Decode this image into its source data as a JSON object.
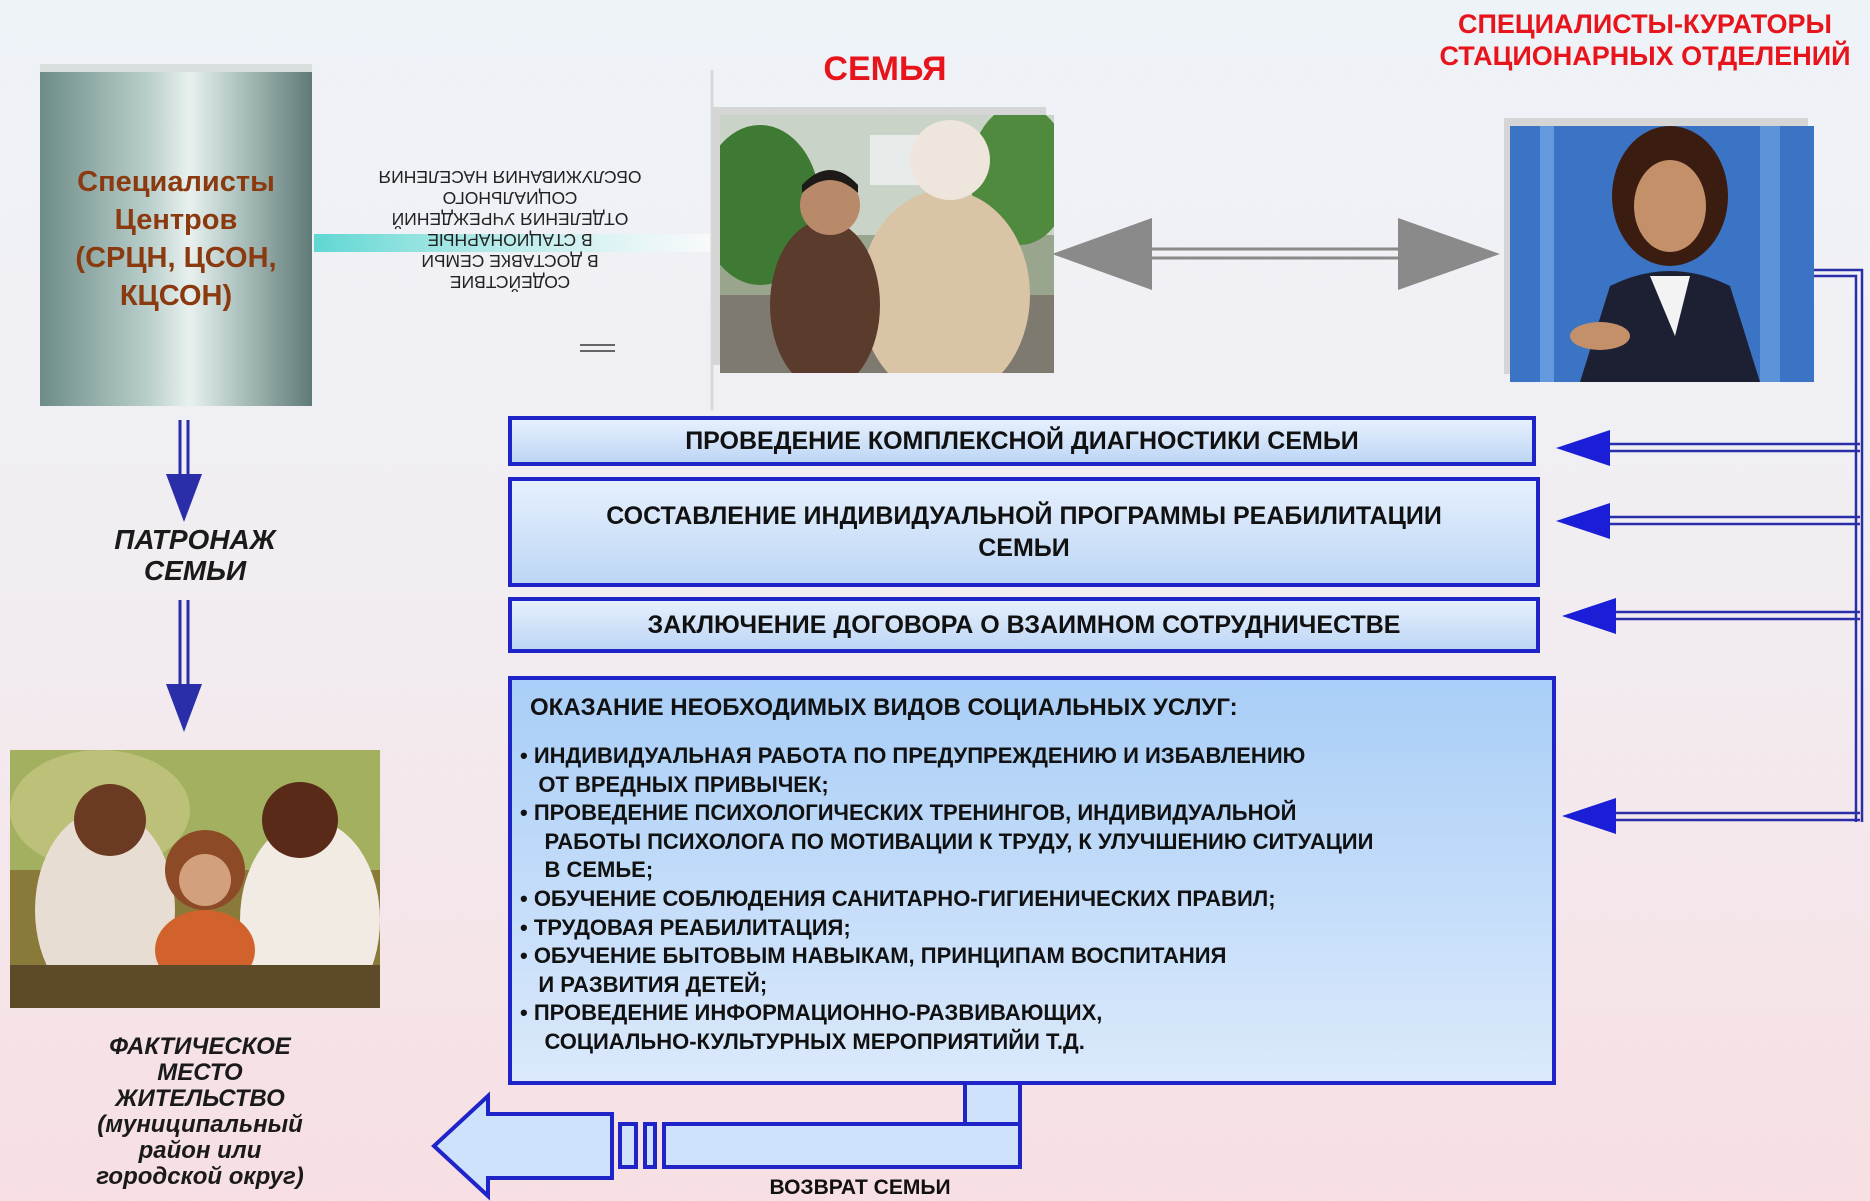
{
  "family_title": "СЕМЬЯ",
  "curators_title": [
    "СПЕЦИАЛИСТЫ-КУРАТОРЫ",
    "СТАЦИОНАРНЫХ ОТДЕЛЕНИЙ"
  ],
  "centers_box": [
    "Специалисты",
    "Центров",
    "(СРЦН, ЦСОН,",
    "КЦСОН)"
  ],
  "patronage_label": [
    "ПАТРОНАЖ",
    "СЕМЬИ"
  ],
  "residence_label": [
    "ФАКТИЧЕСКОЕ",
    "МЕСТО",
    "ЖИТЕЛЬСТВО",
    "(муниципальный",
    "район или",
    "городской округ)"
  ],
  "rotated_text": [
    "СОДЕЙСТВИЕ",
    "В ДОСТАВКЕ СЕМЬИ",
    "В   СТАЦИОНАРНЫЕ",
    "ОТДЕЛЕНИЯ  УЧРЕЖДЕНИЙ",
    "СОЦИАЛЬНОГО",
    "ОБСЛУЖИВАНИЯ НАСЕЛЕНИЯ"
  ],
  "steps": {
    "diagnostics": "ПРОВЕДЕНИЕ КОМПЛЕКСНОЙ ДИАГНОСТИКИ СЕМЬИ",
    "program": [
      "СОСТАВЛЕНИЕ ИНДИВИДУАЛЬНОЙ ПРОГРАММЫ РЕАБИЛИТАЦИИ",
      "СЕМЬИ"
    ],
    "contract": "ЗАКЛЮЧЕНИЕ ДОГОВОРА О ВЗАИМНОМ СОТРУДНИЧЕСТВЕ"
  },
  "services": {
    "title": "ОКАЗАНИЕ НЕОБХОДИМЫХ ВИДОВ СОЦИАЛЬНЫХ УСЛУГ:",
    "lines": [
      "• ИНДИВИДУАЛЬНАЯ РАБОТА ПО ПРЕДУПРЕЖДЕНИЮ И ИЗБАВЛЕНИЮ",
      "   ОТ ВРЕДНЫХ ПРИВЫЧЕК;",
      "• ПРОВЕДЕНИЕ ПСИХОЛОГИЧЕСКИХ ТРЕНИНГОВ, ИНДИВИДУАЛЬНОЙ",
      "    РАБОТЫ ПСИХОЛОГА ПО МОТИВАЦИИ К ТРУДУ, К УЛУЧШЕНИЮ СИТУАЦИИ",
      "    В СЕМЬЕ;",
      "• ОБУЧЕНИЕ СОБЛЮДЕНИЯ САНИТАРНО-ГИГИЕНИЧЕСКИХ ПРАВИЛ;",
      "• ТРУДОВАЯ РЕАБИЛИТАЦИЯ;",
      "• ОБУЧЕНИЕ БЫТОВЫМ НАВЫКАМ, ПРИНЦИПАМ ВОСПИТАНИЯ",
      "   И РАЗВИТИЯ ДЕТЕЙ;",
      "• ПРОВЕДЕНИЕ ИНФОРМАЦИОННО-РАЗВИВАЮЩИХ,",
      "    СОЦИАЛЬНО-КУЛЬТУРНЫХ МЕРОПРИЯТИЙИ Т.Д."
    ]
  },
  "return_label": "ВОЗВРАТ СЕМЬИ"
}
